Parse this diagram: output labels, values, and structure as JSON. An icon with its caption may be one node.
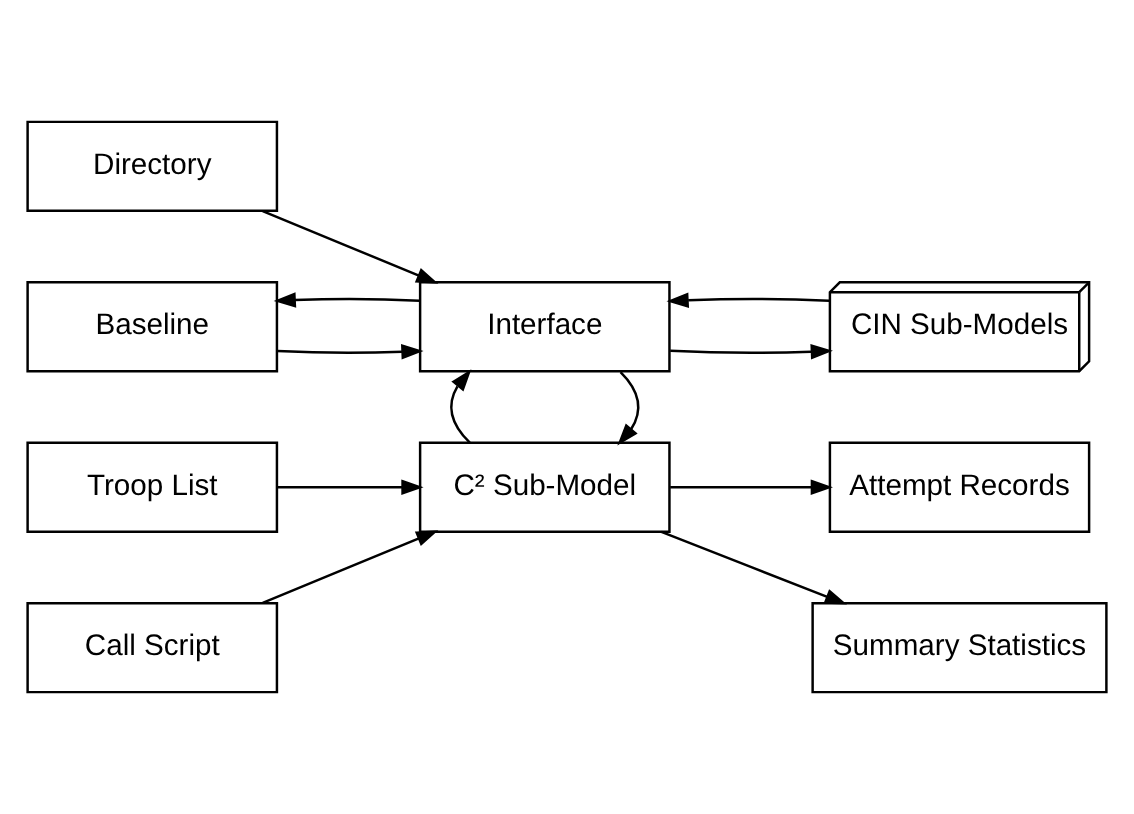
{
  "diagram": {
    "nodes": [
      {
        "text": [
          "Troop List"
        ]
      },
      {
        "text": [
          "C² Sub-Model"
        ]
      },
      {
        "text": [
          "Attempt Records"
        ]
      },
      {
        "text": [
          "Call Script"
        ]
      },
      {
        "text": [
          "Summary Statistics"
        ]
      },
      {
        "text": [
          "Directory"
        ]
      },
      {
        "text": [
          "Interface"
        ]
      },
      {
        "text": [
          "Baseline"
        ]
      },
      {
        "text": [
          "CIN Sub-Models"
        ]
      }
    ],
    "edges": [
      {
        "from": 0,
        "to": 1,
        "arrow": "to"
      },
      {
        "from": 3,
        "to": 1,
        "arrow": "to"
      },
      {
        "from": 1,
        "to": 2,
        "arrow": "to"
      },
      {
        "from": 1,
        "to": 4,
        "arrow": "to"
      },
      {
        "from": 6,
        "to": 1,
        "arrow": "to"
      },
      {
        "from": 1,
        "to": 6,
        "arrow": "to"
      },
      {
        "from": 5,
        "to": 6,
        "arrow": "to"
      },
      {
        "from": 7,
        "to": 6,
        "arrow": "to"
      },
      {
        "from": 6,
        "to": 7,
        "arrow": "to"
      },
      {
        "from": 6,
        "to": 8,
        "arrow": "to"
      },
      {
        "from": 8,
        "to": 6,
        "arrow": "to"
      }
    ]
  }
}
